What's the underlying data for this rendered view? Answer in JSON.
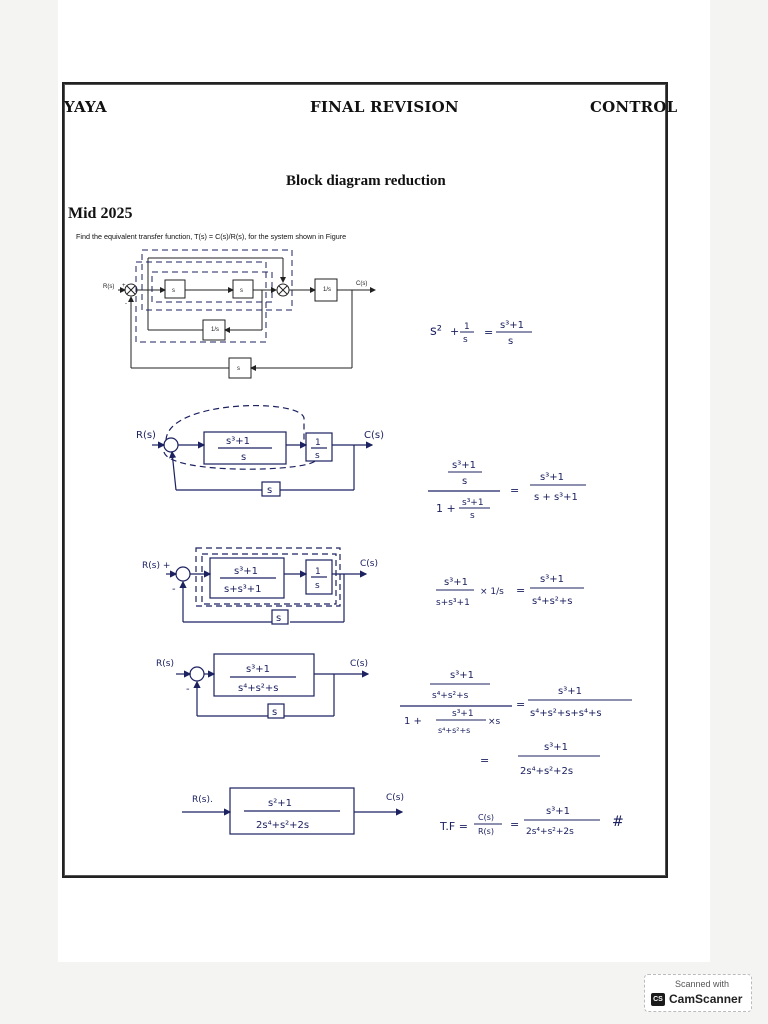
{
  "header": {
    "left": "YAYA",
    "center": "FINAL REVISION",
    "right": "CONTROL"
  },
  "title": "Block diagram reduction",
  "section": "Mid 2025",
  "prompt": "Find the equivalent transfer function, T(s) = C(s)/R(s), for the system shown in Figure",
  "figure": {
    "input": "R(s)",
    "output": "C(s)",
    "block_s1": "s",
    "block_s2": "s",
    "block_1_over_s_fwd": "1/s",
    "block_1_over_s_fb": "1/s",
    "block_s_fb": "s",
    "plus": "+",
    "minus": "-"
  },
  "work": {
    "eq1": {
      "lhs_a": "s²",
      "lhs_b": "+",
      "lhs_frac_num": "1",
      "lhs_frac_den": "s",
      "eq": "=",
      "rhs_num": "s³+1",
      "rhs_den": "s"
    },
    "step2": {
      "input": "R(s)",
      "output": "C(s)",
      "block_num": "s³+1",
      "block_den": "s",
      "block2_num": "1",
      "block2_den": "s",
      "fb": "s"
    },
    "eq2": {
      "num_num": "s³+1",
      "num_den": "s",
      "den_1": "1 +",
      "den_num": "s³+1",
      "den_den": "s",
      "eq": "=",
      "rhs_num": "s³+1",
      "rhs_den": "s + s³+1"
    },
    "step3": {
      "input": "R(s) +",
      "output": "C(s)",
      "block_num": "s³+1",
      "block_den": "s+s³+1",
      "block2_num": "1",
      "block2_den": "s",
      "fb": "s",
      "minus": "-"
    },
    "eq3": {
      "a_num": "s³+1",
      "a_den": "s+s³+1",
      "mult": "× 1/s",
      "eq": "=",
      "rhs_num": "s³+1",
      "rhs_den": "s⁴+s²+s"
    },
    "step4": {
      "input": "R(s)",
      "output": "C(s)",
      "block_num": "s³+1",
      "block_den": "s⁴+s²+s",
      "fb": "s",
      "minus": "-"
    },
    "eq4": {
      "num_num": "s³+1",
      "num_den": "s⁴+s²+s",
      "den_1": "1 +",
      "den_num": "s³+1",
      "den_den": "s⁴+s²+s",
      "den_mult": "×s",
      "eq": "=",
      "rhs_num": "s³+1",
      "rhs_den": "s⁴+s²+s+s⁴+s"
    },
    "eq5": {
      "eq": "=",
      "num": "s³+1",
      "den": "2s⁴+s²+2s"
    },
    "step5": {
      "input": "R(s).",
      "output": "C(s)",
      "block_num": "s²+1",
      "block_den": "2s⁴+s²+2s"
    },
    "final": {
      "lhs": "T.F =",
      "frac_num": "C(s)",
      "frac_den": "R(s)",
      "eq": "=",
      "num": "s³+1",
      "den": "2s⁴+s²+2s",
      "mark": "#"
    }
  },
  "scanner": {
    "line1": "Scanned with",
    "logo": "CS",
    "line2": "CamScanner"
  }
}
